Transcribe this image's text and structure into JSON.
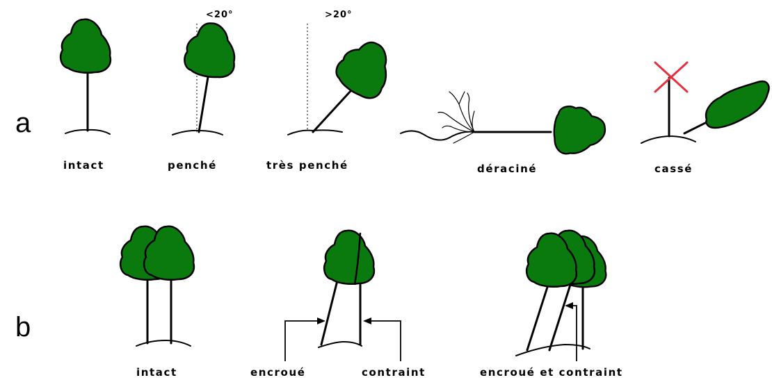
{
  "rows": {
    "a": {
      "letter": "a"
    },
    "b": {
      "letter": "b"
    }
  },
  "states_a": {
    "intact": "intact",
    "penche": "penché",
    "penche_angle": "<20°",
    "tres_penche": "très penché",
    "tres_penche_angle": ">20°",
    "deracine": "déraciné",
    "casse": "cassé"
  },
  "states_b": {
    "intact": "intact",
    "encroue": "encroué",
    "contraint": "contraint",
    "encroue_et_contraint": "encroué et contraint"
  },
  "colors": {
    "crown": "#0b7a0e",
    "cross": "#e3313f"
  }
}
